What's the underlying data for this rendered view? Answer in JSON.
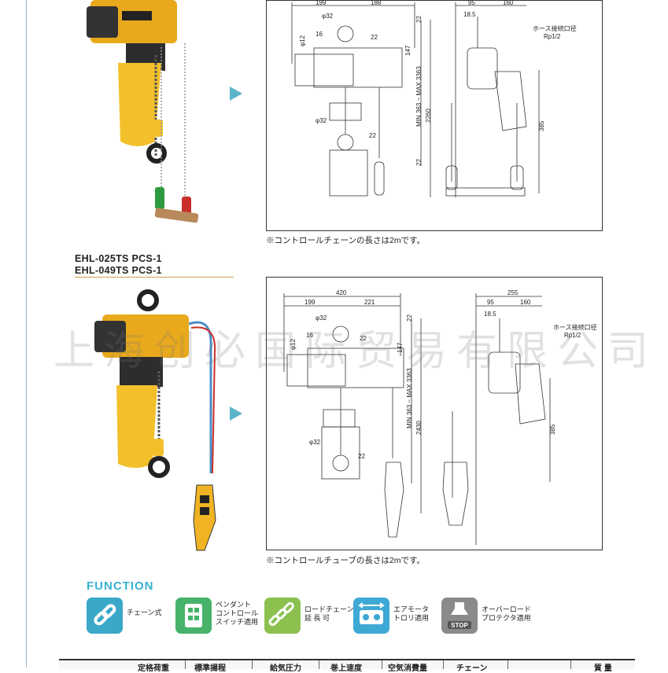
{
  "top_note": "※コントロールチェーンの長さは2mです。",
  "bottom_note": "※コントロールチューブの長さは2mです。",
  "model_line1": "EHL-025TS PCS-1",
  "model_line2": "EHL-049TS PCS-1",
  "watermark": "上海创必国际贸易有限公司",
  "top_drawing": {
    "dims": {
      "d199": "199",
      "d188": "188",
      "d95": "95",
      "d160": "160",
      "d185": "18.5",
      "phi32a": "φ32",
      "phi32b": "φ32",
      "d16": "16",
      "phi12": "φ12",
      "d22a": "22",
      "d22b": "22",
      "d22c": "22",
      "d22d": "22",
      "d147": "147",
      "range": "MIN 363 ~ MAX 3363",
      "d2260": "2260",
      "d385": "385",
      "hose": "ホース接続口径",
      "rp": "Rp1/2"
    }
  },
  "bottom_drawing": {
    "dims": {
      "d420": "420",
      "d199": "199",
      "d221": "221",
      "d255": "255",
      "d95": "95",
      "d160": "160",
      "d185": "18.5",
      "phi32a": "φ32",
      "phi32b": "φ32",
      "d16": "16",
      "phi12": "φ12",
      "d22a": "22",
      "d22b": "22",
      "d22c": "22",
      "d147": "147",
      "range": "MIN 363 ~ MAX 3363",
      "d2430": "2430",
      "d385": "385",
      "hose": "ホース接続口径",
      "rp": "Rp1/2"
    }
  },
  "function": {
    "title": "FUNCTION",
    "items": [
      {
        "label1": "チェーン式",
        "label2": "",
        "label3": "",
        "color": "#3aa8c8"
      },
      {
        "label1": "ペンダント",
        "label2": "コントロール",
        "label3": "スイッチ適用",
        "color": "#47b26a"
      },
      {
        "label1": "ロードチェーン",
        "label2": "延 長 可",
        "label3": "",
        "color": "#8cc150"
      },
      {
        "label1": "エアモータ",
        "label2": "トロリ適用",
        "label3": "",
        "color": "#3fa9d6"
      },
      {
        "label1": "オーバーロード",
        "label2": "プロテクタ適用",
        "label3": "",
        "color": "#8a8a8a",
        "badge": "STOP"
      }
    ]
  },
  "table": {
    "headers": [
      "定格荷重",
      "標準揚程",
      "給気圧力",
      "巻上速度",
      "空気消費量",
      "チェーン",
      "",
      "質 量"
    ]
  },
  "colors": {
    "accent": "#36b3cf",
    "hoist_yellow": "#f0b323",
    "rule_gold": "#c9a24a"
  }
}
